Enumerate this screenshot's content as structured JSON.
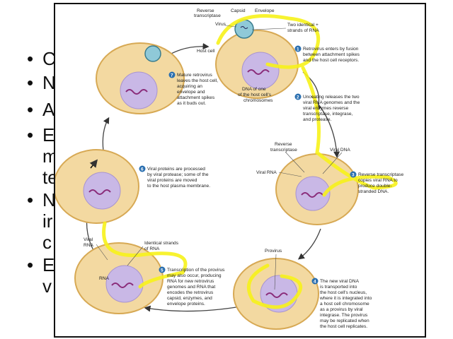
{
  "slide": {
    "bullets": [
      {
        "text": "C"
      },
      {
        "text": "N"
      },
      {
        "text": "A"
      },
      {
        "text": "E"
      },
      {
        "text": "m"
      },
      {
        "text": "te"
      },
      {
        "text": "N"
      },
      {
        "text": "ir"
      },
      {
        "text": "c"
      },
      {
        "text": "E"
      },
      {
        "text": "v"
      }
    ]
  },
  "diagram": {
    "labels": {
      "reverse_transcriptase_top": "Reverse",
      "reverse_transcriptase_top2": "transcriptase",
      "capsid": "Capsid",
      "envelope": "Envelope",
      "virus": "Virus",
      "two_identical": "Two identical +",
      "strands_of_rna": "strands of RNA",
      "host_cell": "Host cell",
      "dna_of_host_1": "DNA of one",
      "dna_of_host_2": "of the host cell's",
      "dna_of_host_3": "chromosomes",
      "reverse_transcriptase_mid": "Reverse",
      "reverse_transcriptase_mid2": "transcriptase",
      "viral_dna": "Viral DNA",
      "viral_rna": "Viral RNA",
      "provirus": "Provirus",
      "viral": "Viral",
      "rna": "RNA",
      "rna_cell": "RNA",
      "identical_strands_1": "Identical strands",
      "identical_strands_2": "of RNA"
    },
    "steps": [
      {
        "n": "1",
        "lines": [
          "Retrovirus enters by fusion",
          "between attachment spikes",
          "and the host cell receptors."
        ]
      },
      {
        "n": "2",
        "lines": [
          "Uncoating releases the two",
          "viral RNA genomes and the",
          "viral enzymes reverse",
          "transcriptase, integrase,",
          "and protease."
        ]
      },
      {
        "n": "3",
        "lines": [
          "Reverse transcriptase",
          "copies viral RNA to",
          "produce double-",
          "stranded DNA."
        ]
      },
      {
        "n": "4",
        "lines": [
          "The new viral DNA",
          "is transported into",
          "the host cell's nucleus,",
          "where it is integrated into",
          "a host cell chromosome",
          "as a provirus by viral",
          "integrase. The provirus",
          "may be replicated when",
          "the host cell replicates."
        ]
      },
      {
        "n": "5",
        "lines": [
          "Transcription of the provirus",
          "may also occur, producing",
          "RNA for new retrovirus",
          "genomes and RNA that",
          "encodes the retrovirus",
          "capsid, enzymes, and",
          "envelope proteins."
        ]
      },
      {
        "n": "6",
        "lines": [
          "Viral proteins are processed",
          "by viral protease; some of the",
          "viral proteins are moved",
          "to the host plasma membrane."
        ]
      },
      {
        "n": "7",
        "lines": [
          "Mature retrovirus",
          "leaves the host cell,",
          "acquiring an",
          "envelope and",
          "attachment spikes",
          "as it buds out."
        ]
      }
    ],
    "colors": {
      "cell_fill": "#f3d9a1",
      "cell_edge": "#d7a954",
      "nucleus_fill": "#c9b8e6",
      "highlight": "#f7f21a",
      "step_badge": "#2a6fb0"
    }
  }
}
